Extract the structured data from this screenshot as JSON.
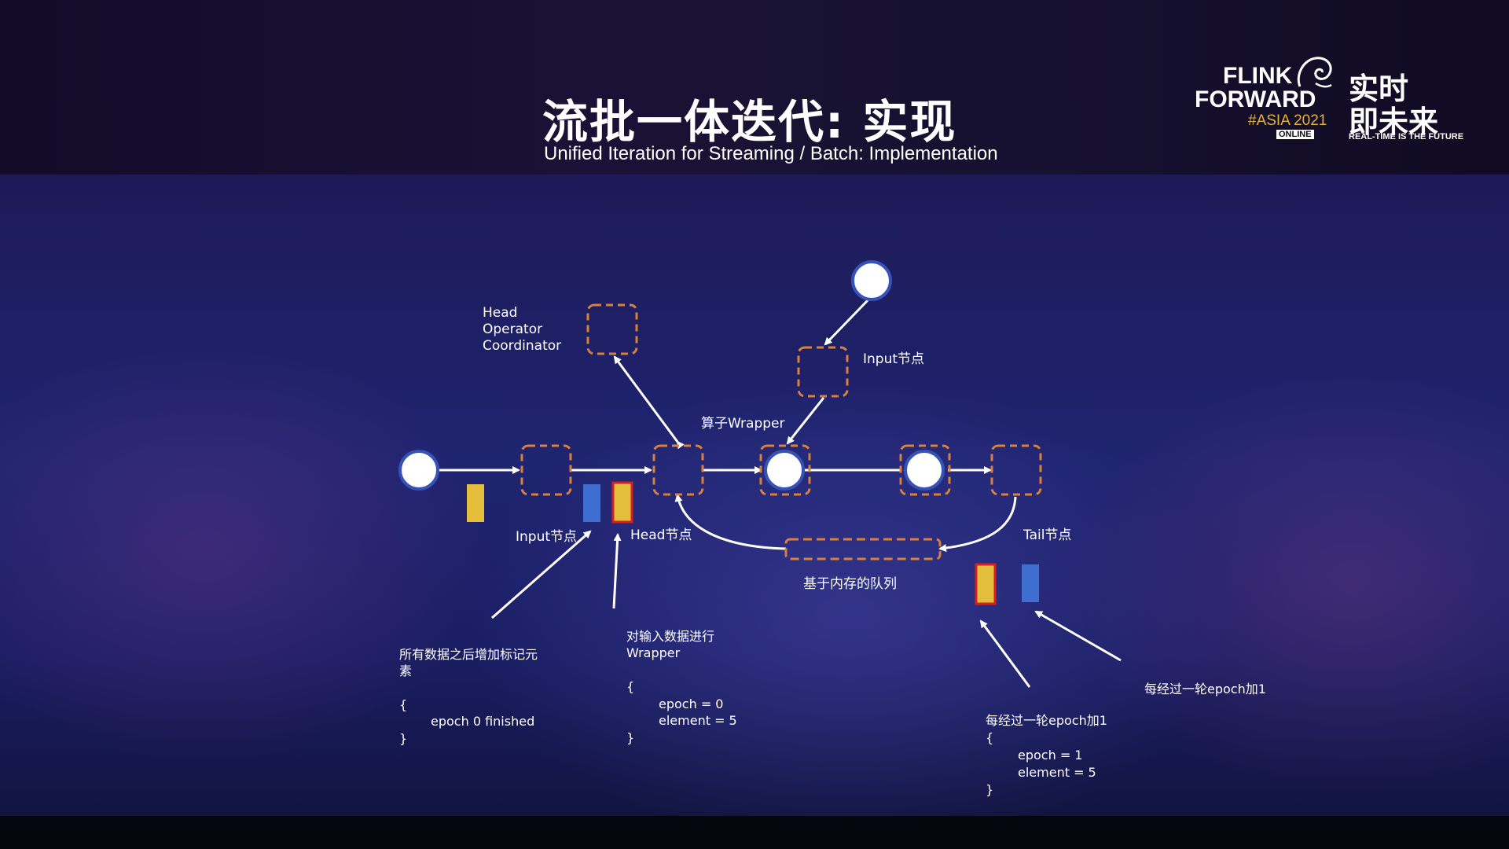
{
  "header": {
    "title_cn": "流批一体迭代: 实现",
    "title_en": "Unified Iteration for Streaming / Batch: Implementation"
  },
  "logo": {
    "line1": "FLINK",
    "line2": "FORWARD",
    "line3": "#ASIA 2021",
    "badge": "ONLINE",
    "cn_line1": "实时",
    "cn_line2": "即未来",
    "tagline": "REAL-TIME IS THE FUTURE"
  },
  "diagram": {
    "head_coordinator_label": [
      "Head",
      "Operator",
      "Coordinator"
    ],
    "operator_wrapper_label": "算子Wrapper",
    "input_node_top_label": "Input节点",
    "input_node_bottom_label": "Input节点",
    "head_node_label": "Head节点",
    "tail_node_label": "Tail节点",
    "queue_label": "基于内存的队列"
  },
  "annotations": {
    "marker": {
      "title": [
        "所有数据之后增加标记元",
        "素"
      ],
      "body": [
        "{",
        "epoch 0 finished",
        "}"
      ]
    },
    "wrap": {
      "title": [
        "对输入数据进行",
        "Wrapper"
      ],
      "body": [
        "{",
        "epoch = 0",
        "element = 5",
        "}"
      ]
    },
    "tail_left": {
      "title": "每经过一轮epoch加1",
      "body": [
        "{",
        "epoch = 1",
        "element = 5",
        "}"
      ]
    },
    "tail_right": {
      "title": "每经过一轮epoch加1"
    }
  },
  "colors": {
    "node_fill": "#ffffff",
    "node_border": "#3552b8",
    "wrapper_border": "#d9803a",
    "element_yellow": "#e3be3c",
    "element_blue": "#3e6fd0",
    "element_red_border": "#d81f1f",
    "arrow": "#ffffff"
  }
}
